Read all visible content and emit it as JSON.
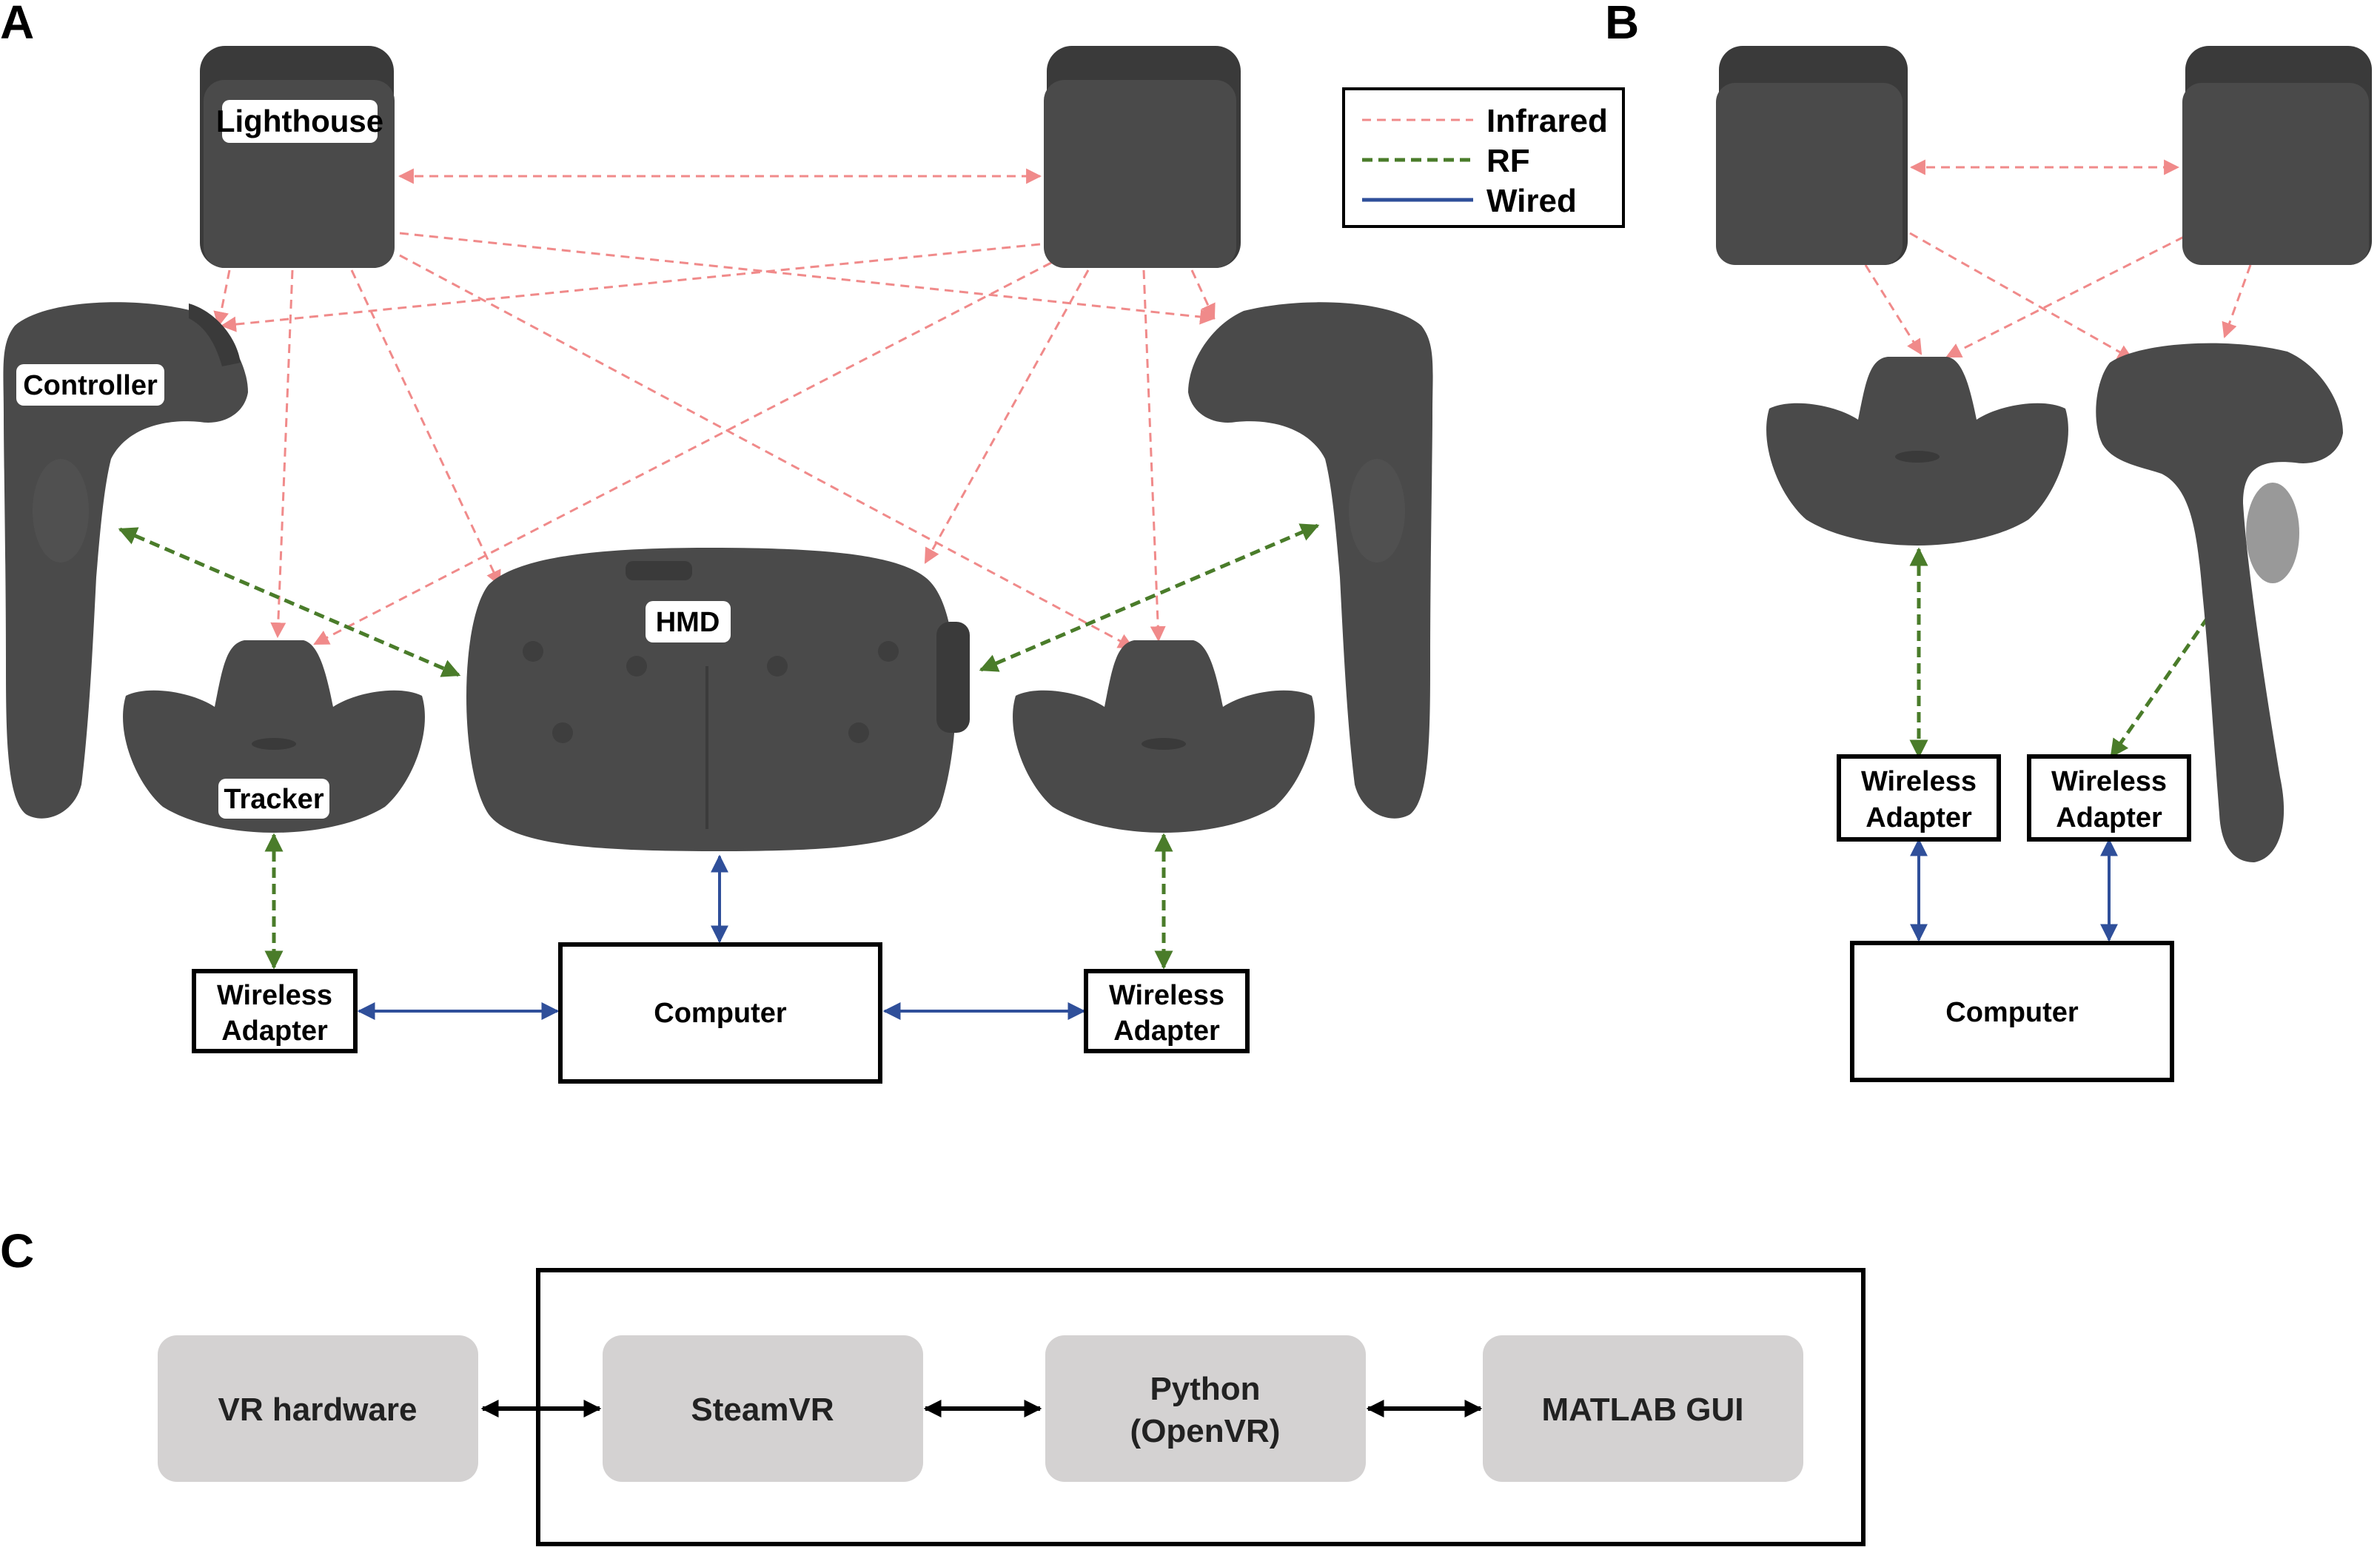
{
  "panels": {
    "a": "A",
    "b": "B",
    "c": "C"
  },
  "legend": {
    "infrared": "Infrared",
    "rf": "RF",
    "wired": "Wired"
  },
  "labels": {
    "lighthouse": "Lighthouse",
    "controller": "Controller",
    "hmd": "HMD",
    "tracker": "Tracker",
    "computer": "Computer",
    "wireless_line1": "Wireless",
    "wireless_line2": "Adapter"
  },
  "software": {
    "vr_hardware": "VR hardware",
    "steamvr": "SteamVR",
    "python_line1": "Python",
    "python_line2": "(OpenVR)",
    "matlab_gui": "MATLAB GUI"
  },
  "colors": {
    "infrared": "#f08a8a",
    "rf": "#4a7c2a",
    "wired": "#2f4f9a",
    "device": "#4a4a4a",
    "software_box": "#d4d2d2"
  }
}
